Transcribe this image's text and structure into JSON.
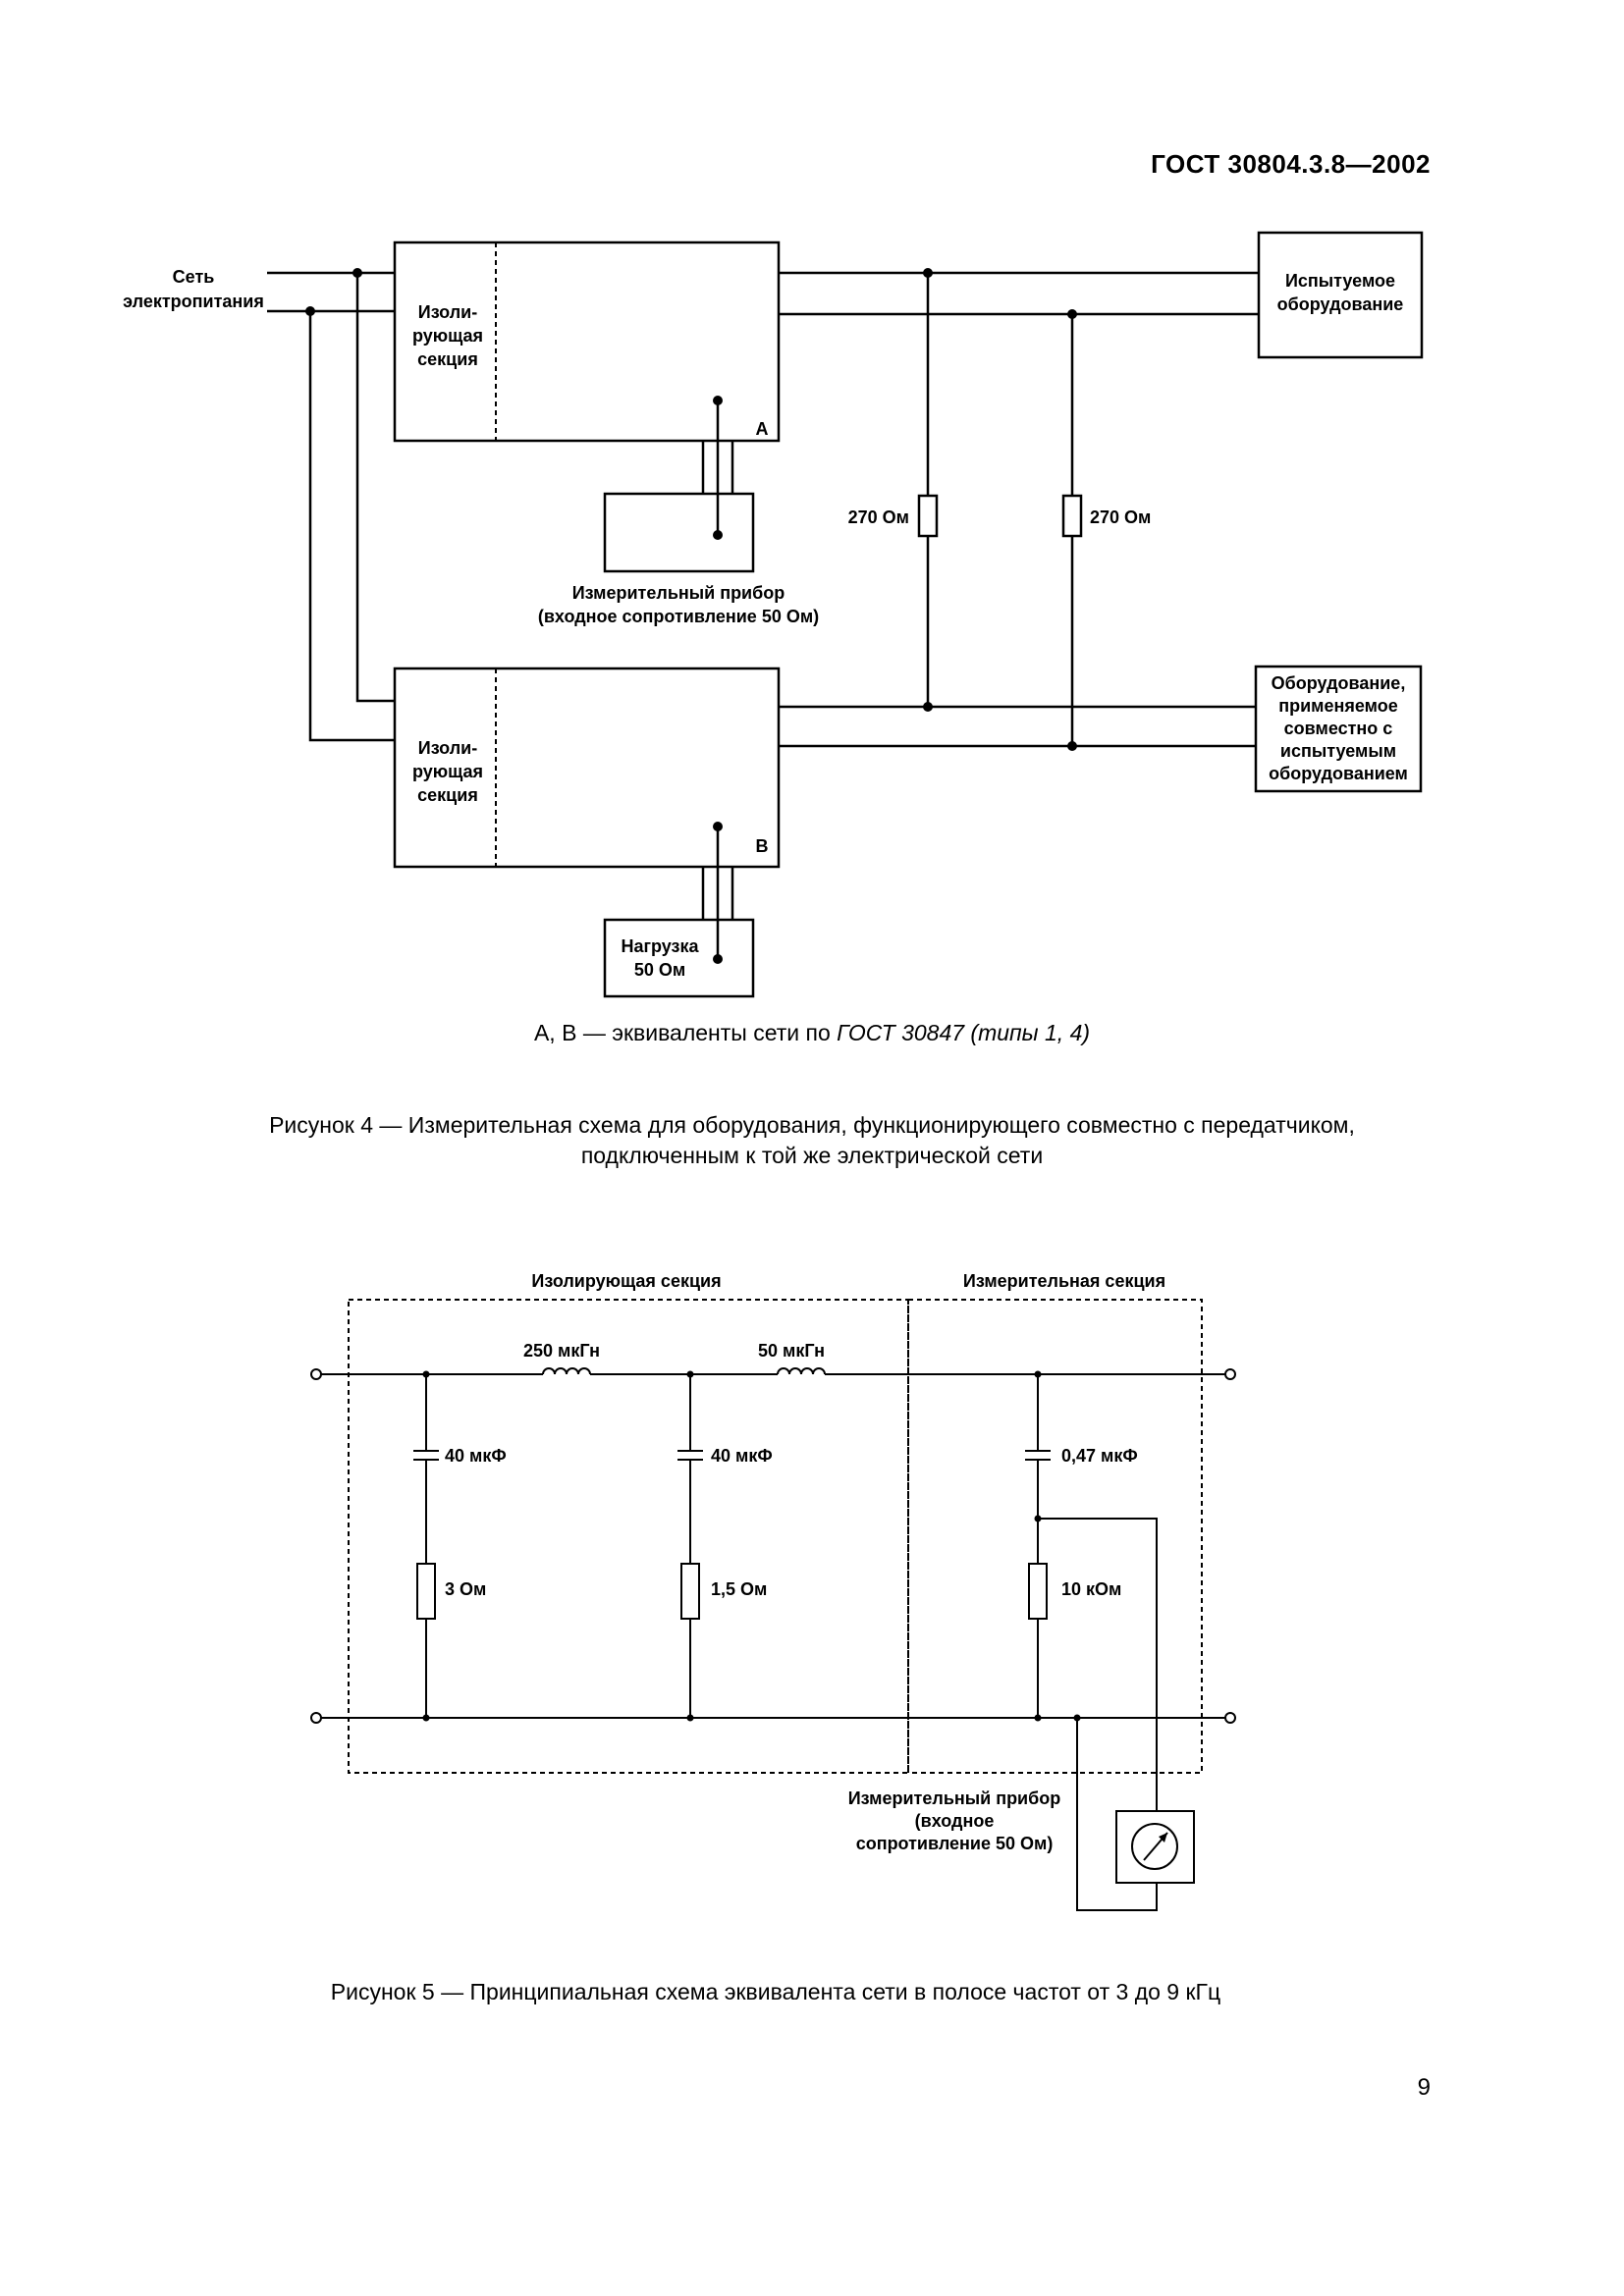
{
  "header": {
    "doc_code": "ГОСТ 30804.3.8—2002"
  },
  "figure4": {
    "mains_label_1": "Сеть",
    "mains_label_2": "электропитания",
    "iso_a": [
      "Изоли-",
      "рующая",
      "секция"
    ],
    "iso_b": [
      "Изоли-",
      "рующая",
      "секция"
    ],
    "letter_a": "A",
    "letter_b": "B",
    "res_left": "270 Ом",
    "res_right": "270 Ом",
    "eut": [
      "Испытуемое",
      "оборудование"
    ],
    "aux": [
      "Оборудование,",
      "применяемое",
      "совместно с",
      "испытуемым",
      "оборудованием"
    ],
    "meter": [
      "Измерительный прибор",
      "(входное сопротивление 50 Ом)"
    ],
    "load": [
      "Нагрузка",
      "50 Ом"
    ],
    "note_prefix": "А, В — эквиваленты сети по ",
    "note_italic": "ГОСТ 30847 (типы 1, 4)",
    "caption_1": "Рисунок 4 — Измерительная схема для оборудования, функционирующего совместно с передатчиком,",
    "caption_2": "подключенным к той же электрической сети"
  },
  "figure5": {
    "section_iso": "Изолирующая секция",
    "section_meas": "Измерительная секция",
    "ind_1": "250 мкГн",
    "ind_2": "50 мкГн",
    "cap_1": "40 мкФ",
    "cap_2": "40 мкФ",
    "cap_3": "0,47 мкФ",
    "res_1": "3 Ом",
    "res_2": "1,5 Ом",
    "res_3": "10 кОм",
    "meter": [
      "Измерительный прибор",
      "(входное",
      "сопротивление 50 Ом)"
    ],
    "caption": "Рисунок 5 — Принципиальная схема эквивалента сети в полосе частот от 3 до 9 кГц"
  },
  "page_number": "9"
}
